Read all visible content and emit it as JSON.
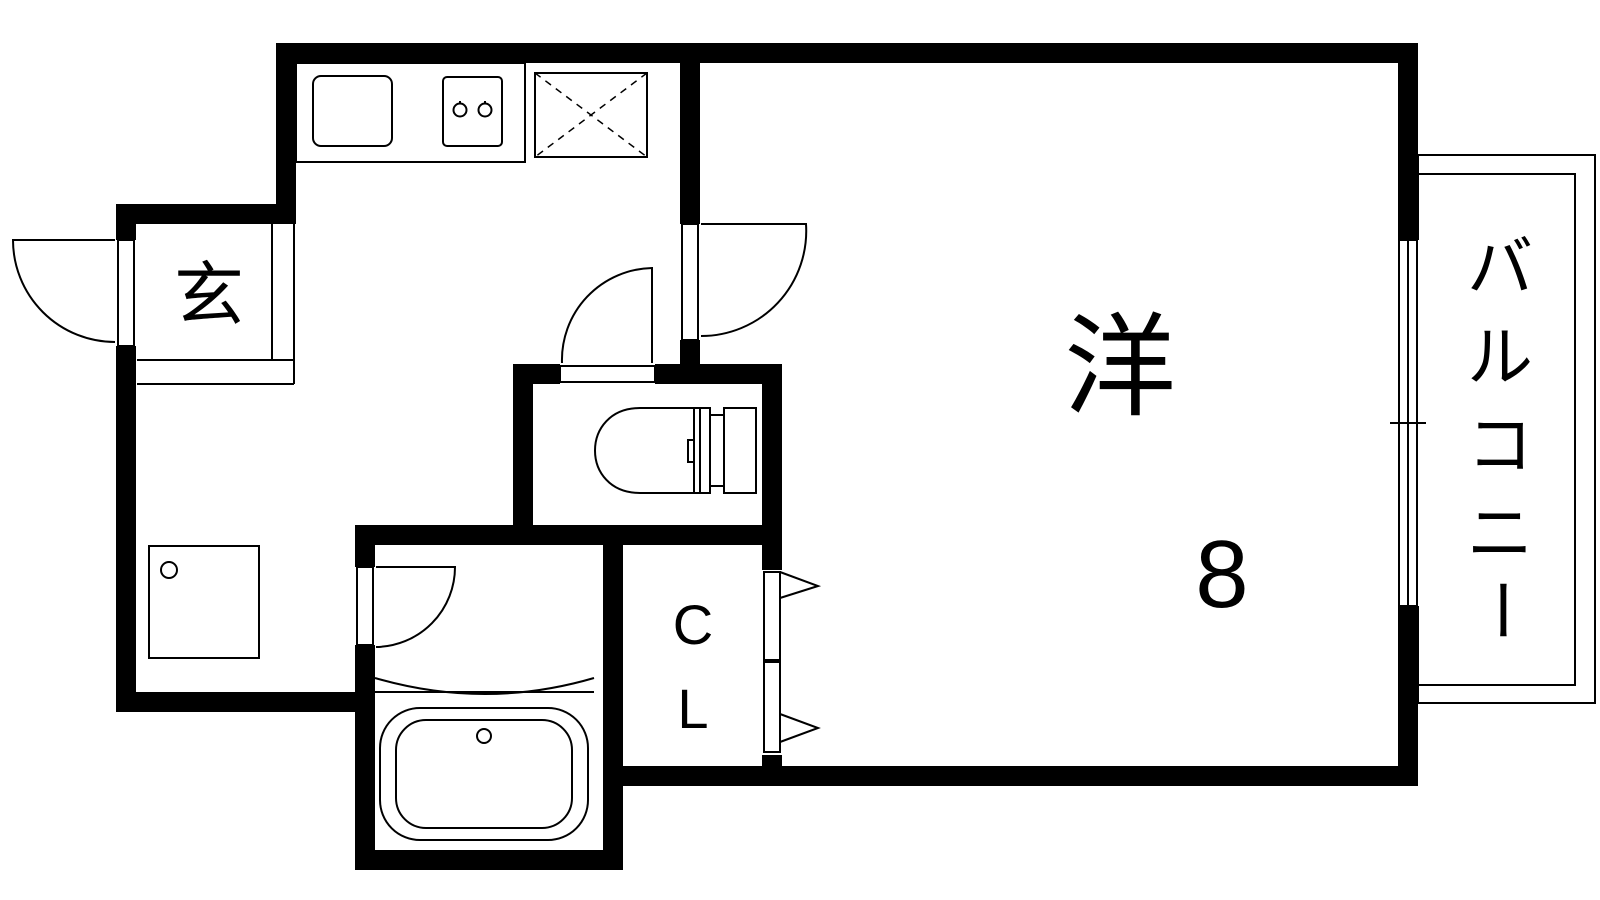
{
  "floorplan": {
    "rooms": {
      "genkan": {
        "label": "玄"
      },
      "western_room": {
        "label": "洋",
        "size": "8"
      },
      "closet": {
        "label_top": "C",
        "label_bottom": "L"
      },
      "balcony": {
        "label_chars": [
          "バ",
          "ル",
          "コ",
          "ニ",
          "ー"
        ]
      }
    },
    "colors": {
      "wall": "#000000",
      "background": "#ffffff"
    },
    "fixtures": [
      "sink-icon",
      "stove-icon",
      "refrigerator-space-icon",
      "toilet-icon",
      "bathtub-icon",
      "washer-pan-icon"
    ]
  }
}
